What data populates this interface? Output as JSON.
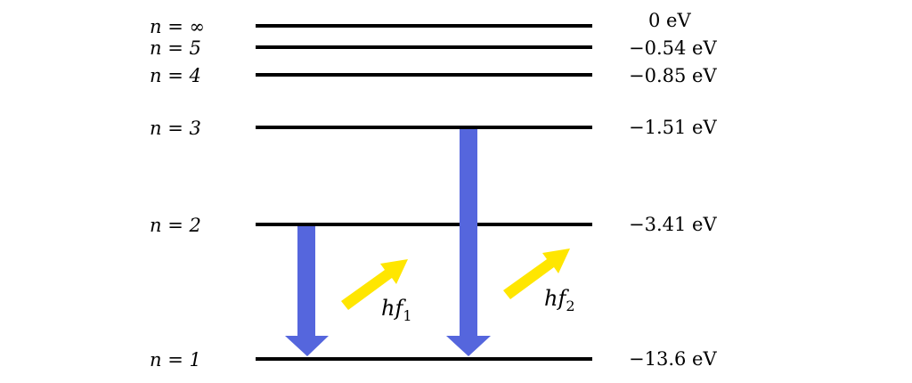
{
  "levels": [
    {
      "n_label": "n = ∞",
      "energy": "0 eV"
    },
    {
      "n_label": "n = 5",
      "energy": "−0.54 eV"
    },
    {
      "n_label": "n = 4",
      "energy": "−0.85 eV"
    },
    {
      "n_label": "n = 3",
      "energy": "−1.51 eV"
    },
    {
      "n_label": "n = 2",
      "energy": "−3.41 eV"
    },
    {
      "n_label": "n = 1",
      "energy": "−13.6 eV"
    }
  ],
  "photons": [
    {
      "label": "hf",
      "sub": "1",
      "from": "n = 2",
      "to": "n = 1"
    },
    {
      "label": "hf",
      "sub": "2",
      "from": "n = 3",
      "to": "n = 1"
    }
  ],
  "colors": {
    "transition": "#5566dd",
    "photon": "#ffe600",
    "level": "#000000"
  }
}
